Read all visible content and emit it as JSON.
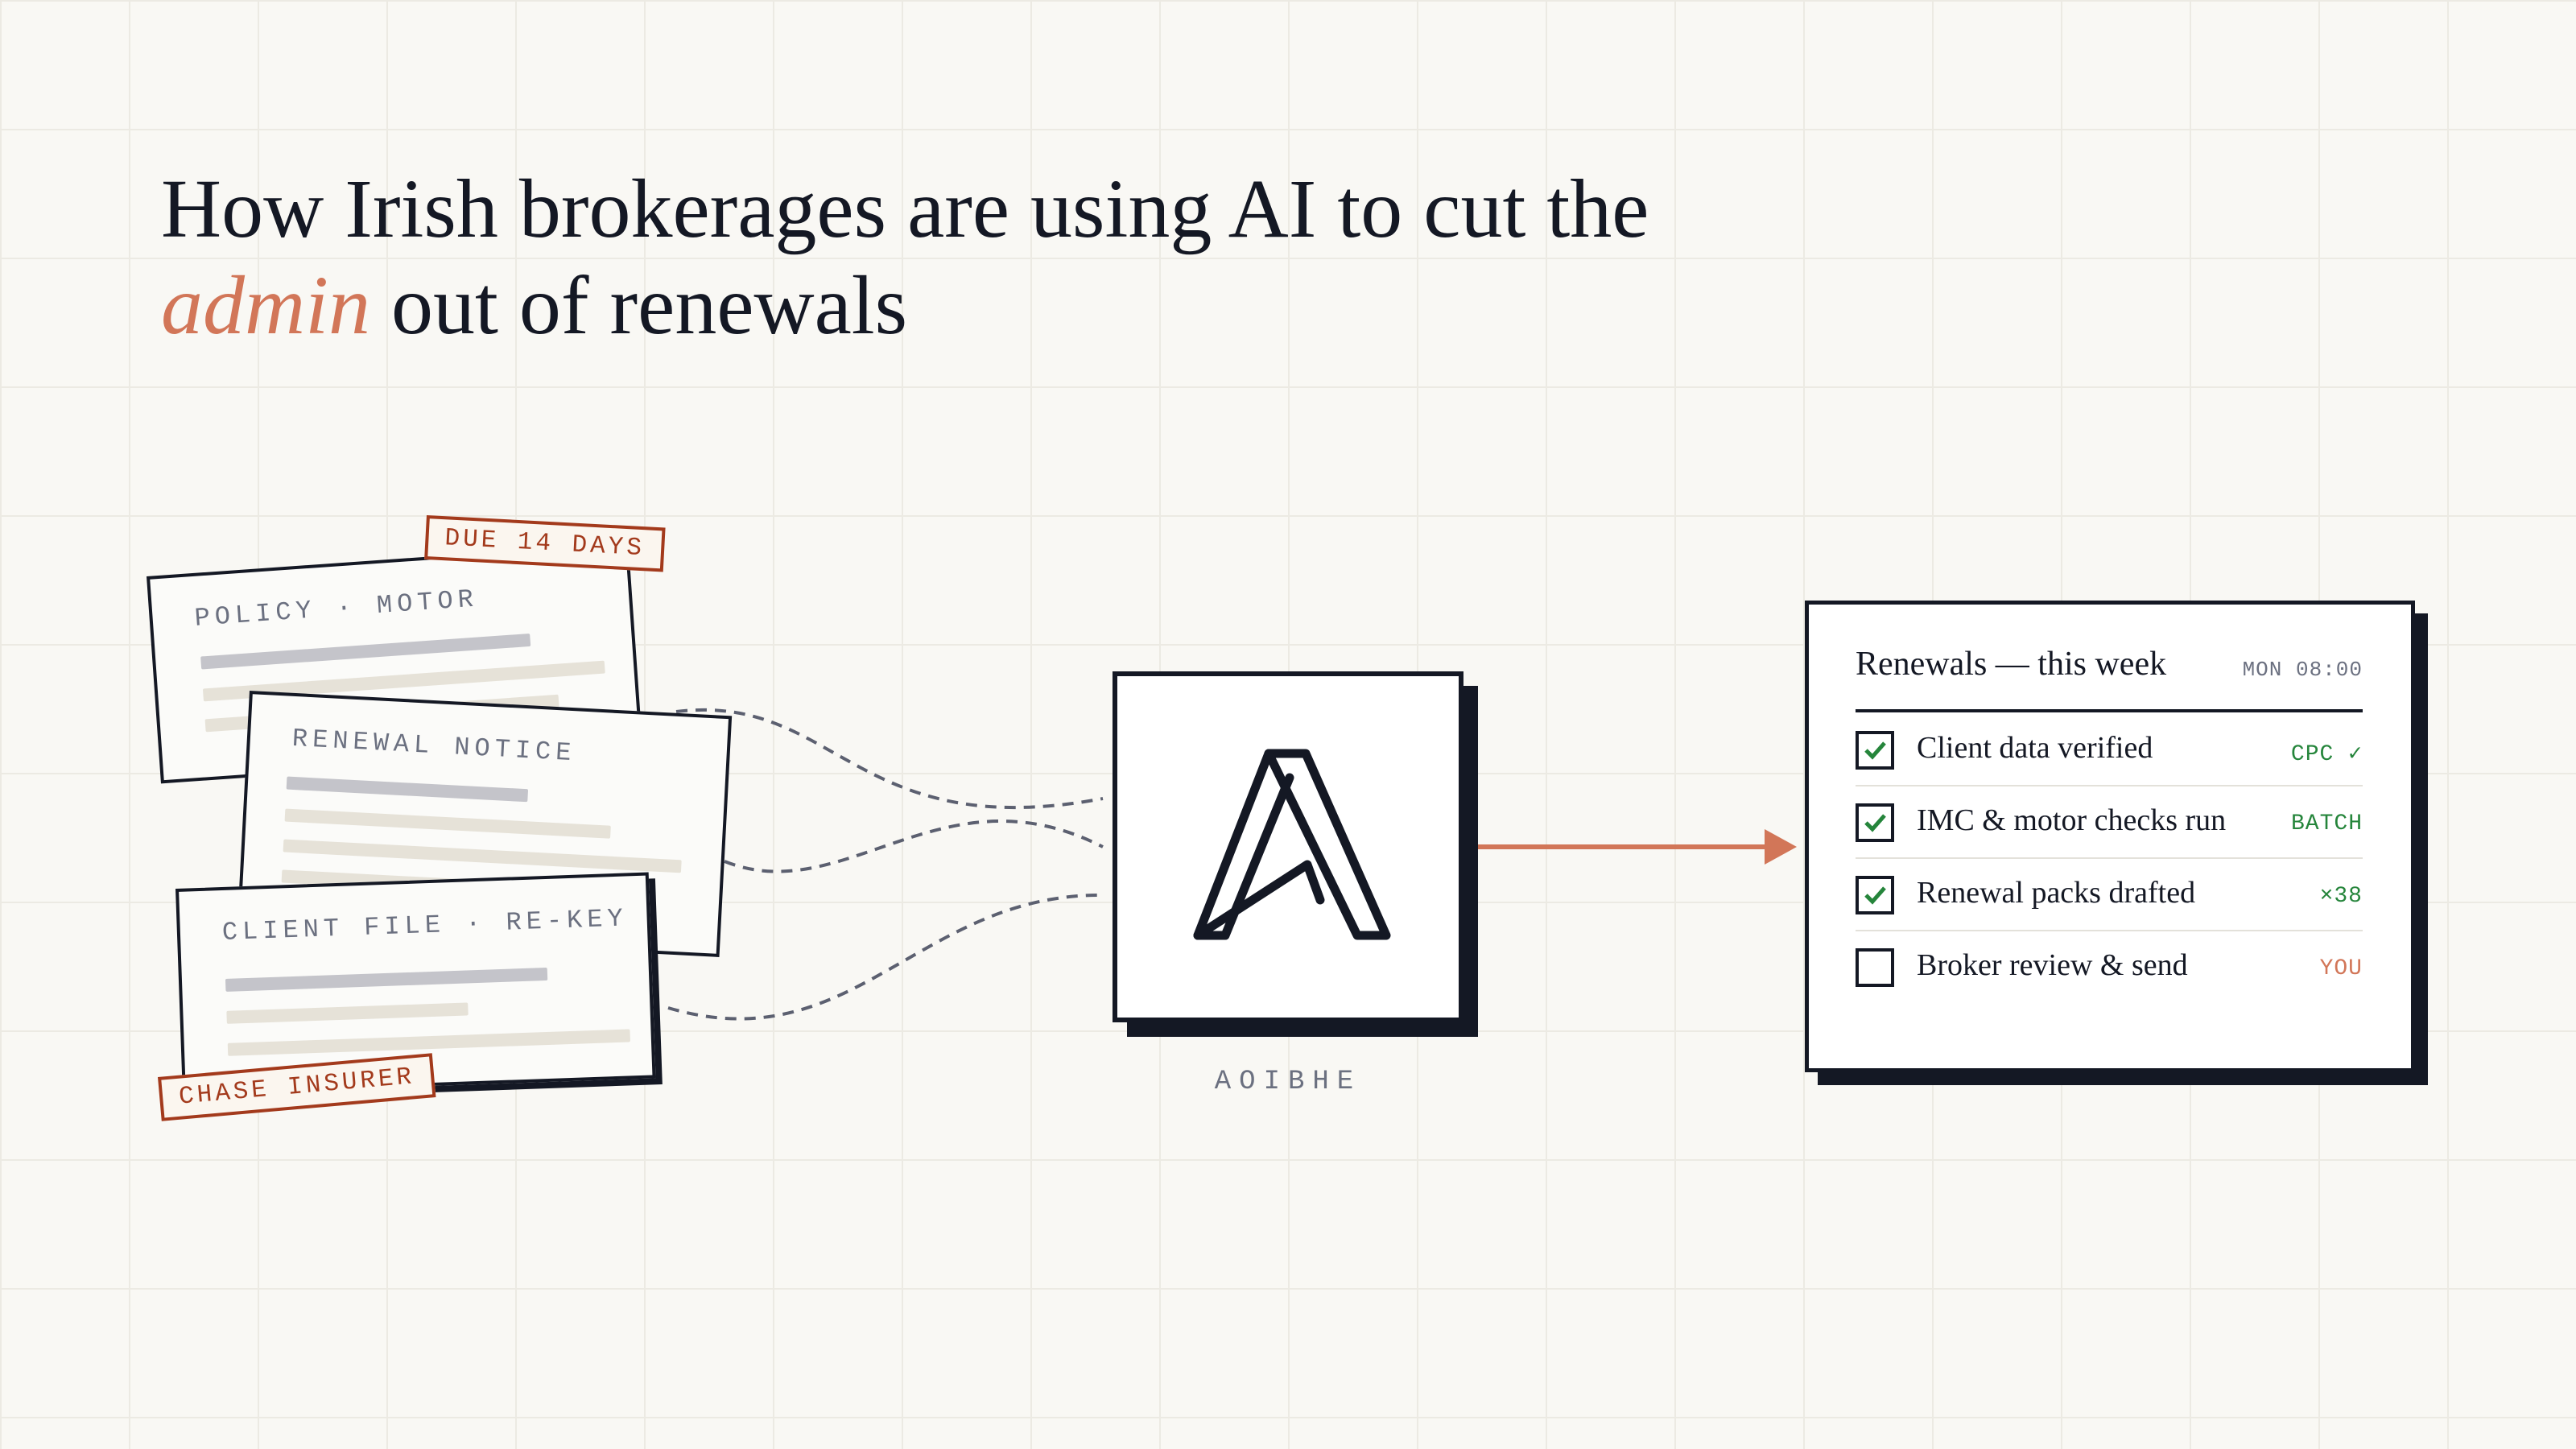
{
  "headline": {
    "line1": "How Irish brokerages are using AI to cut the",
    "emphasis": "admin",
    "line2_rest": "out of renewals"
  },
  "documents": [
    {
      "label": "POLICY · MOTOR"
    },
    {
      "label": "RENEWAL NOTICE"
    },
    {
      "label": "CLIENT FILE · RE-KEY"
    }
  ],
  "stamps": {
    "top": "DUE 14 DAYS",
    "bottom": "CHASE INSURER"
  },
  "logo": {
    "icon": "stylized-a-logo-icon",
    "caption": "AOIBHE"
  },
  "panel": {
    "title": "Renewals — this week",
    "time": "MON 08:00",
    "items": [
      {
        "label": "Client data verified",
        "tag": "CPC ✓",
        "checked": true,
        "tag_color": "#25853b"
      },
      {
        "label": "IMC & motor checks run",
        "tag": "BATCH",
        "checked": true,
        "tag_color": "#25853b"
      },
      {
        "label": "Renewal packs drafted",
        "tag": "×38",
        "checked": true,
        "tag_color": "#25853b"
      },
      {
        "label": "Broker review & send",
        "tag": "YOU",
        "checked": false,
        "tag_color": "#d27658"
      }
    ]
  },
  "colors": {
    "accent": "#d27658",
    "ink": "#141824",
    "stamp": "#a33a1c",
    "check_green": "#25853b",
    "muted": "#6b7080"
  }
}
